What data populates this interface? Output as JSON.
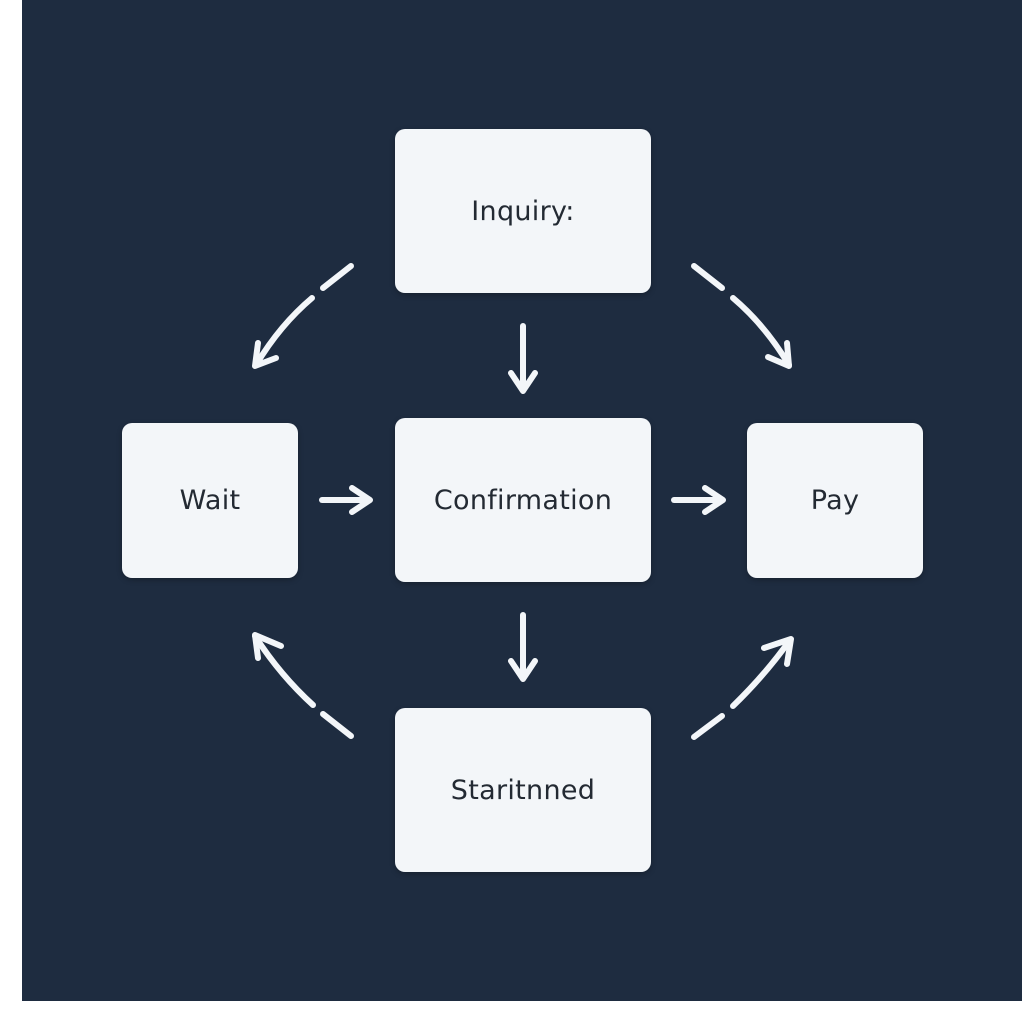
{
  "diagram": {
    "type": "flowchart",
    "colors": {
      "background": "#1e2c40",
      "node_fill": "#f3f6f9",
      "node_text": "#232a33",
      "edge": "#f3f6f9"
    },
    "nodes": [
      {
        "id": "inquiry",
        "label": "Inquiry:"
      },
      {
        "id": "wait",
        "label": "Wait"
      },
      {
        "id": "confirmation",
        "label": "Confirmation"
      },
      {
        "id": "pay",
        "label": "Pay"
      },
      {
        "id": "status",
        "label": "Staritnned"
      }
    ],
    "edges": [
      {
        "from": "inquiry",
        "to": "confirmation",
        "style": "solid"
      },
      {
        "from": "wait",
        "to": "confirmation",
        "style": "solid"
      },
      {
        "from": "confirmation",
        "to": "pay",
        "style": "solid"
      },
      {
        "from": "confirmation",
        "to": "status",
        "style": "solid"
      },
      {
        "from": "inquiry",
        "to": "wait",
        "style": "dashed-curved"
      },
      {
        "from": "inquiry",
        "to": "pay",
        "style": "dashed-curved"
      },
      {
        "from": "status",
        "to": "wait",
        "style": "dashed-curved"
      },
      {
        "from": "status",
        "to": "pay",
        "style": "dashed-curved"
      }
    ]
  }
}
